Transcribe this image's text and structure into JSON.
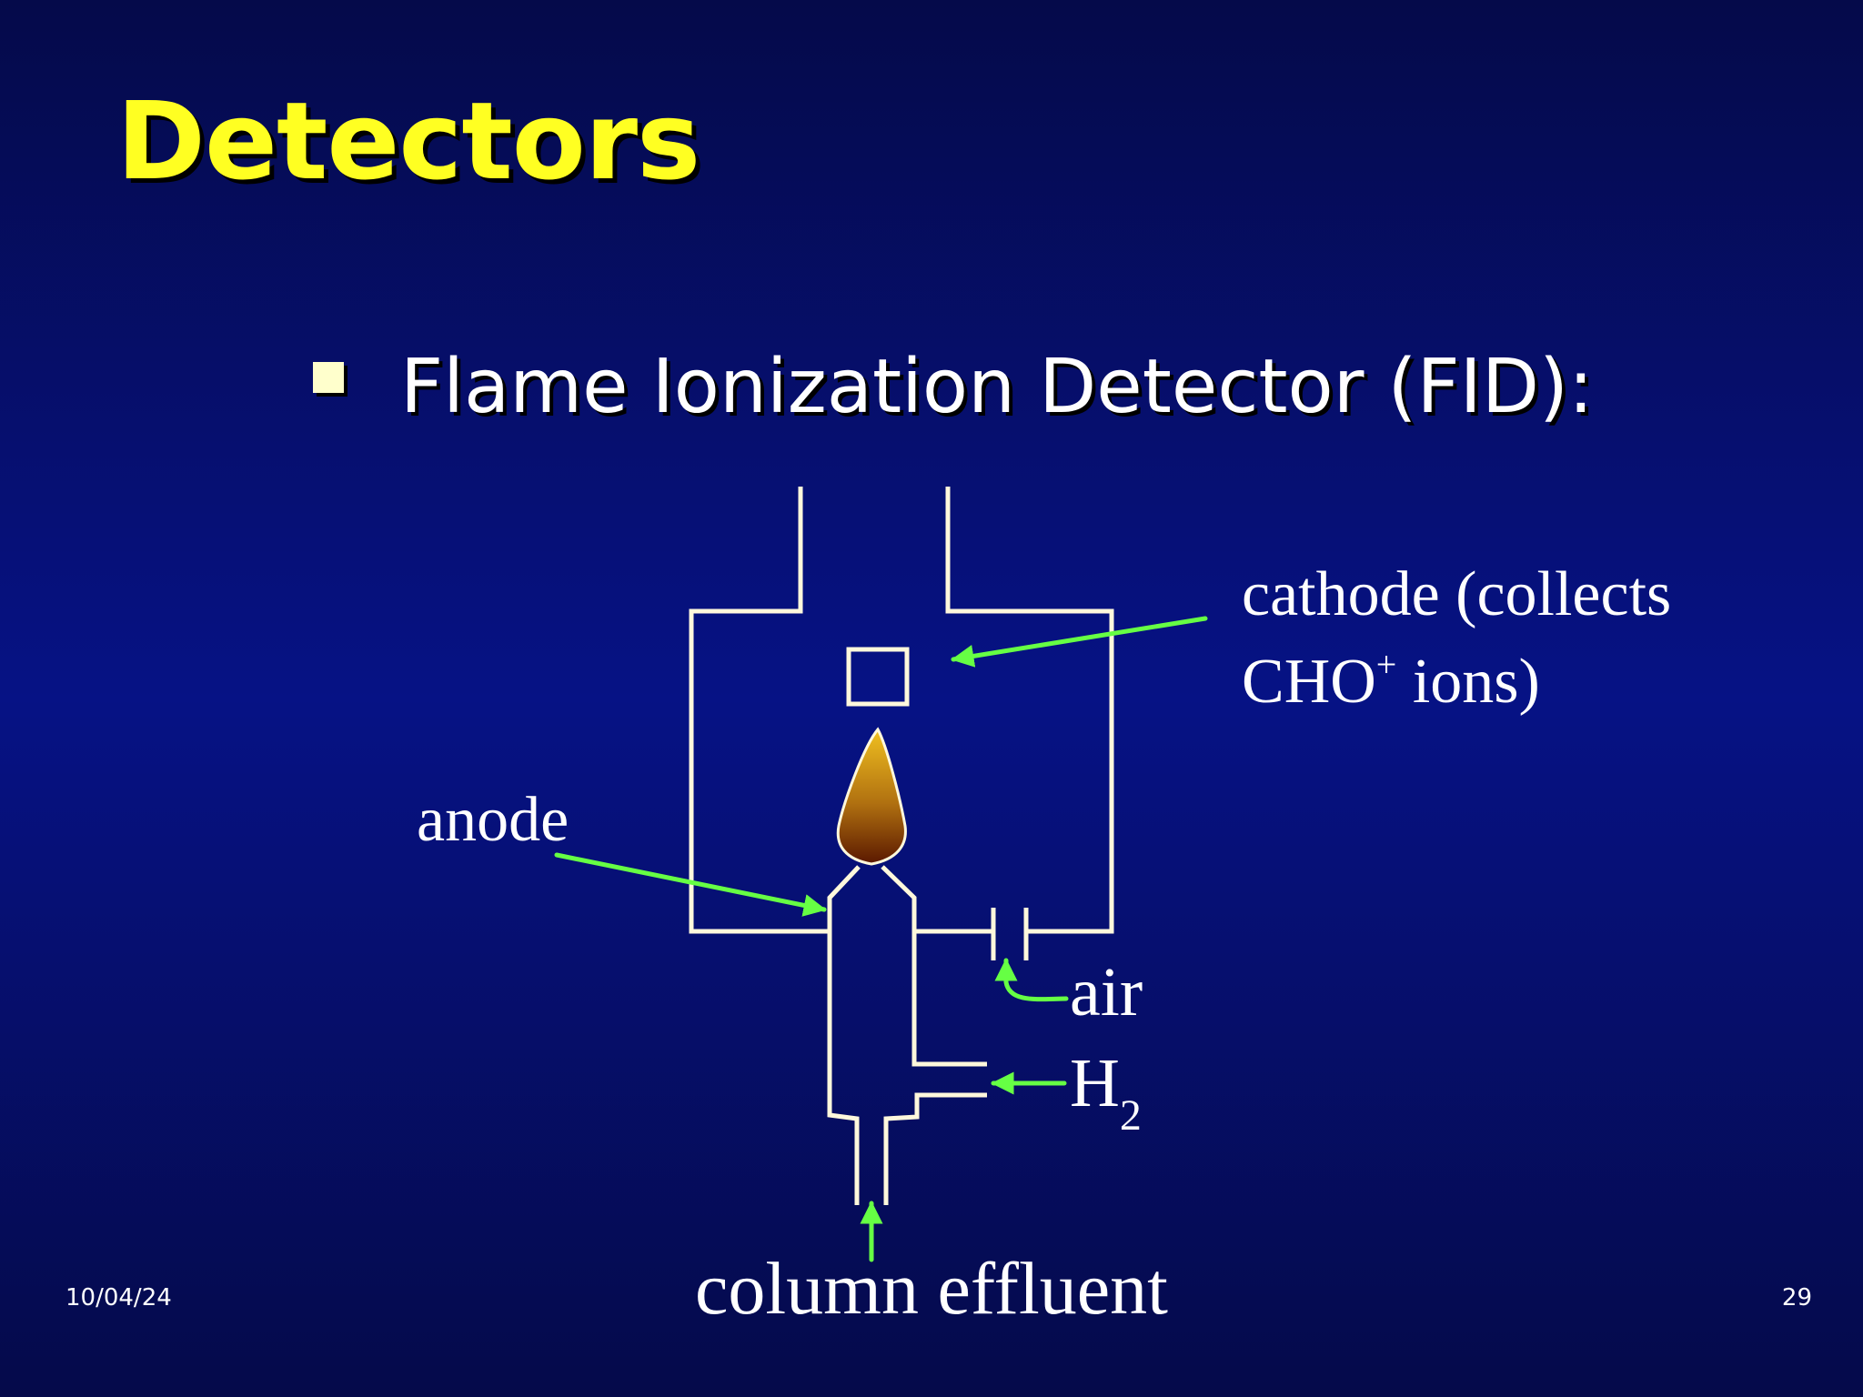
{
  "slide": {
    "title": "Detectors",
    "bullet": "Flame Ionization Detector (FID):",
    "date": "10/04/24",
    "page_number": "29"
  },
  "diagram": {
    "labels": {
      "cathode_line1": "cathode (collects",
      "cathode_line2_prefix": "CHO",
      "cathode_line2_sup": "+",
      "cathode_line2_suffix": " ions)",
      "anode": "anode",
      "air": "air",
      "h2_main": "H",
      "h2_sub": "2",
      "column_effluent": "column effluent"
    },
    "colors": {
      "outline": "#fff8dc",
      "arrow": "#66ff44",
      "flame_top": "#f0c020",
      "flame_bottom": "#5a1800"
    }
  }
}
